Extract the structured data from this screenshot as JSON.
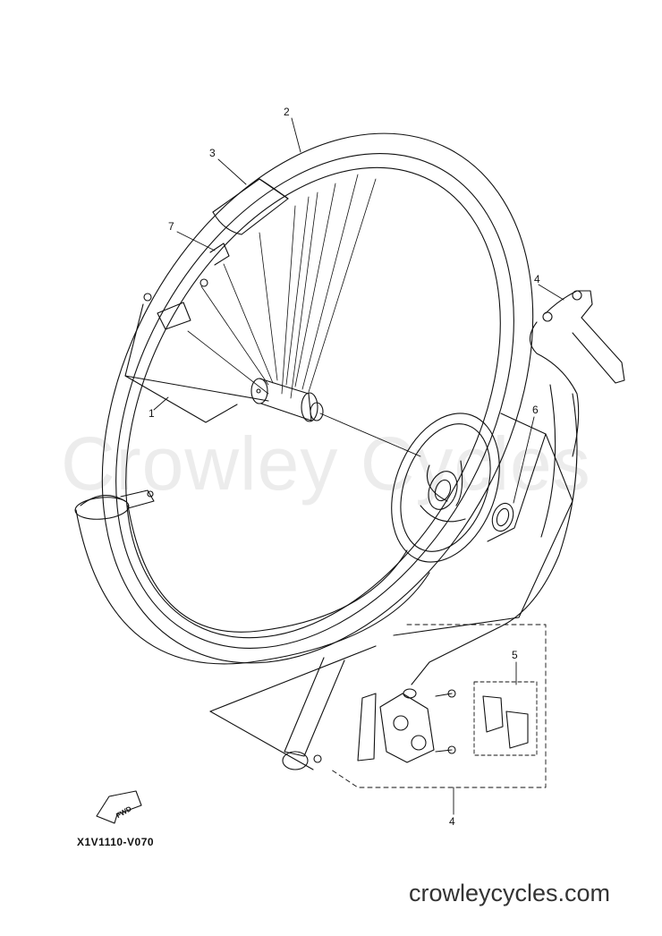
{
  "watermark": "Crowley Cycles",
  "diagram_code": "X1V1110-V070",
  "website": "crowleycycles.com",
  "fwd_label": "FWD",
  "callouts": {
    "c1": "1",
    "c2": "2",
    "c3": "3",
    "c4_lever": "4",
    "c4_caliper": "4",
    "c5": "5",
    "c6": "6",
    "c7": "7"
  },
  "colors": {
    "line": "#111111",
    "watermark": "#ececec",
    "website": "#333333"
  }
}
